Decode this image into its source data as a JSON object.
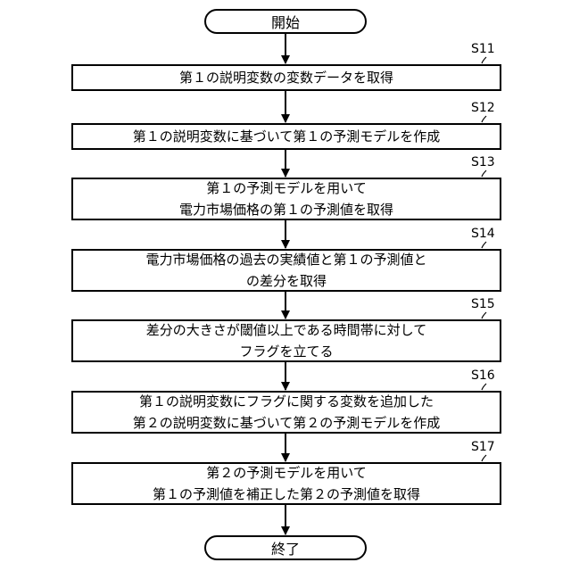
{
  "start_label": "開始",
  "end_label": "終了",
  "steps": [
    {
      "id": "S11",
      "lines": [
        "第１の説明変数の変数データを取得"
      ]
    },
    {
      "id": "S12",
      "lines": [
        "第１の説明変数に基づいて第１の予測モデルを作成"
      ]
    },
    {
      "id": "S13",
      "lines": [
        "第１の予測モデルを用いて",
        "電力市場価格の第１の予測値を取得"
      ]
    },
    {
      "id": "S14",
      "lines": [
        "電力市場価格の過去の実績値と第１の予測値と",
        "の差分を取得"
      ]
    },
    {
      "id": "S15",
      "lines": [
        "差分の大きさが閾値以上である時間帯に対して",
        "フラグを立てる"
      ]
    },
    {
      "id": "S16",
      "lines": [
        "第１の説明変数にフラグに関する変数を追加した",
        "第２の説明変数に基づいて第２の予測モデルを作成"
      ]
    },
    {
      "id": "S17",
      "lines": [
        "第２の予測モデルを用いて",
        "第１の予測値を補正した第２の予測値を取得"
      ]
    }
  ]
}
